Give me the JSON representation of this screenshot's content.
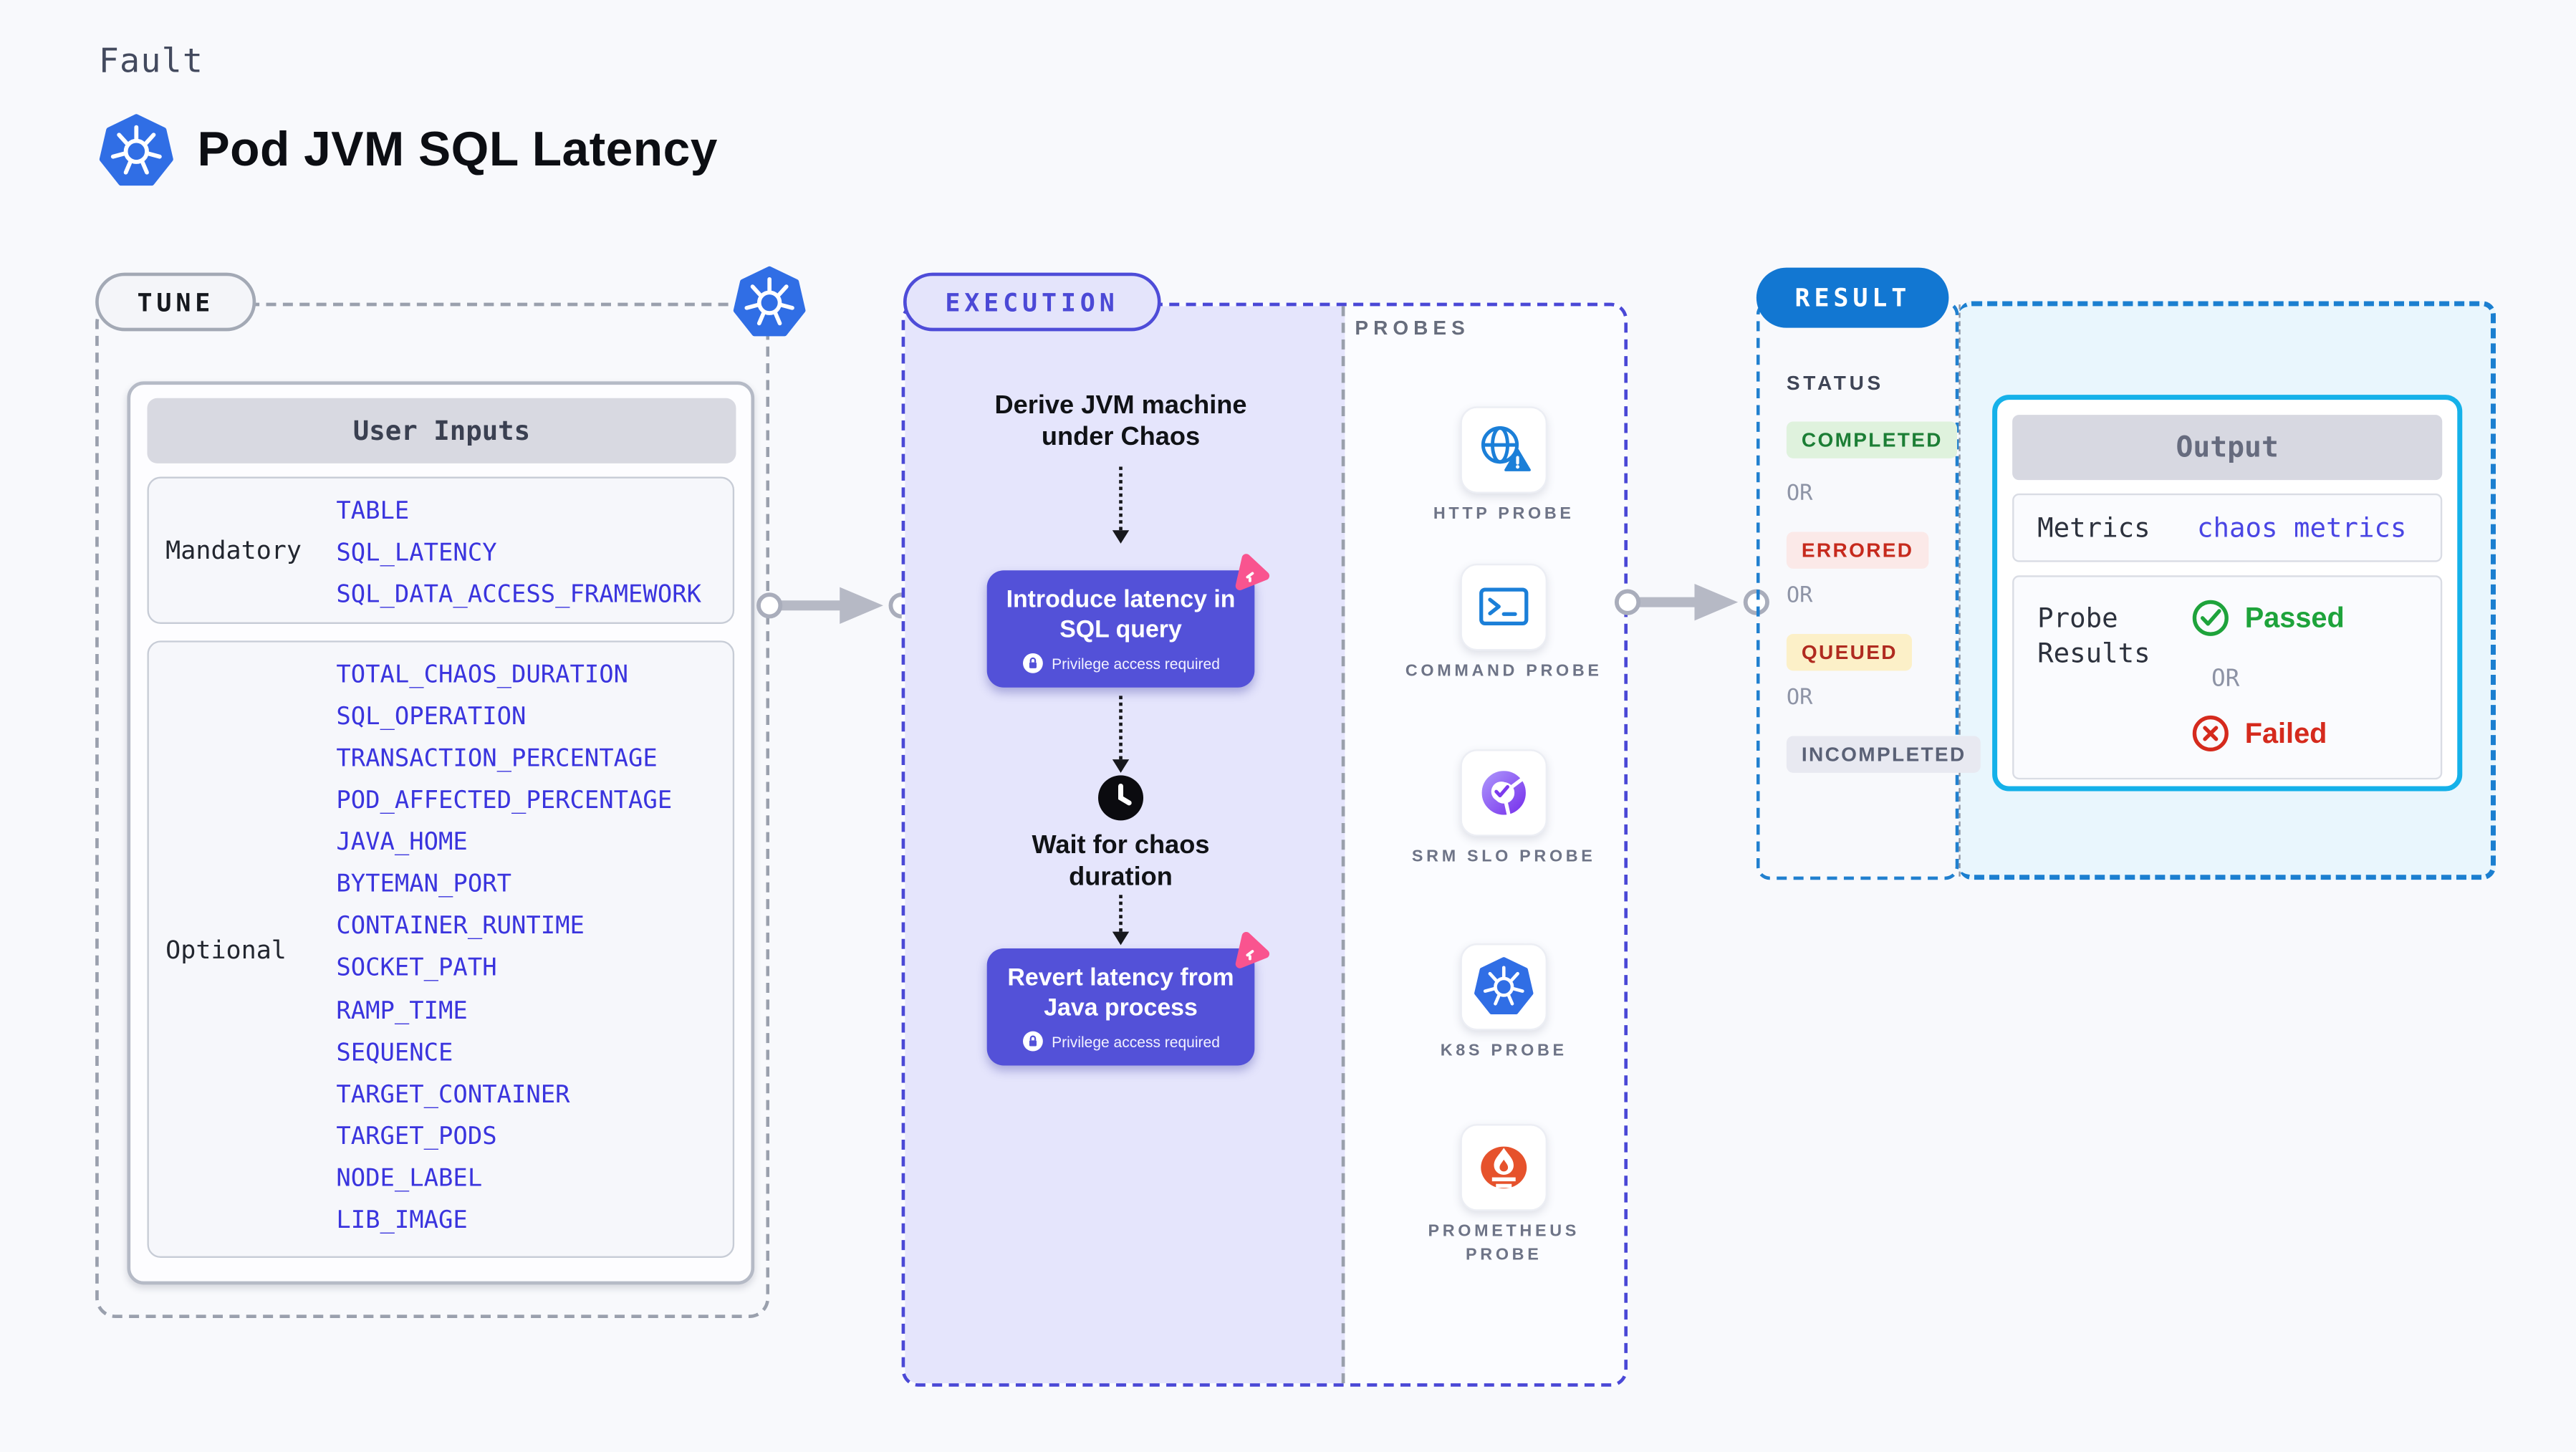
{
  "header": {
    "eyebrow": "Fault",
    "title": "Pod JVM SQL Latency"
  },
  "tune": {
    "badge": "TUNE",
    "table": {
      "header": "User Inputs",
      "rows": [
        {
          "label": "Mandatory",
          "values": [
            "TABLE",
            "SQL_LATENCY",
            "SQL_DATA_ACCESS_FRAMEWORK"
          ]
        },
        {
          "label": "Optional",
          "values": [
            "TOTAL_CHAOS_DURATION",
            "SQL_OPERATION",
            "TRANSACTION_PERCENTAGE",
            "POD_AFFECTED_PERCENTAGE",
            "JAVA_HOME",
            "BYTEMAN_PORT",
            "CONTAINER_RUNTIME",
            "SOCKET_PATH",
            "RAMP_TIME",
            "SEQUENCE",
            "TARGET_CONTAINER",
            "TARGET_PODS",
            "NODE_LABEL",
            "LIB_IMAGE"
          ]
        }
      ]
    }
  },
  "execution": {
    "badge": "EXECUTION",
    "step1": "Derive JVM machine under Chaos",
    "step2": {
      "label": "Introduce latency in SQL query",
      "note": "Privilege access required"
    },
    "step3": "Wait for chaos duration",
    "step4": {
      "label": "Revert latency from Java process",
      "note": "Privilege access required"
    }
  },
  "probes": {
    "heading": "PROBES",
    "items": [
      {
        "label": "HTTP PROBE",
        "icon": "http-probe-icon"
      },
      {
        "label": "COMMAND PROBE",
        "icon": "command-probe-icon"
      },
      {
        "label": "SRM SLO PROBE",
        "icon": "srm-slo-probe-icon"
      },
      {
        "label": "K8S PROBE",
        "icon": "k8s-probe-icon"
      },
      {
        "label": "PROMETHEUS PROBE",
        "icon": "prometheus-probe-icon"
      }
    ]
  },
  "result": {
    "badge": "RESULT",
    "status": {
      "heading": "STATUS",
      "separator": "OR",
      "items": [
        {
          "label": "COMPLETED",
          "bg": "#dff2dd",
          "color": "#1c7e35"
        },
        {
          "label": "ERRORED",
          "bg": "#fbe9e8",
          "color": "#c62a1d"
        },
        {
          "label": "QUEUED",
          "bg": "#fcf0c8",
          "color": "#b02b20"
        },
        {
          "label": "INCOMPLETED",
          "bg": "#e8e9f1",
          "color": "#5a6176"
        }
      ]
    },
    "output": {
      "header": "Output",
      "metrics_label": "Metrics",
      "metrics_value": "chaos metrics",
      "probe_results_label": "Probe Results",
      "passed": "Passed",
      "or": "OR",
      "failed": "Failed"
    }
  },
  "colors": {
    "page_bg": "#f8f9fc",
    "accent_indigo": "#5351d8",
    "accent_blue": "#1277d2",
    "accent_cyan": "#15b1e9",
    "lavender_bg": "#e5e5fc",
    "cyan_bg": "#e9f6fd",
    "value_blue": "#3a34de",
    "passed_green": "#1ea33b",
    "failed_red": "#d52a1d",
    "k8s_blue": "#306ee5",
    "prometheus_orange": "#e6522c",
    "chaos_pink": "#f9548f"
  }
}
